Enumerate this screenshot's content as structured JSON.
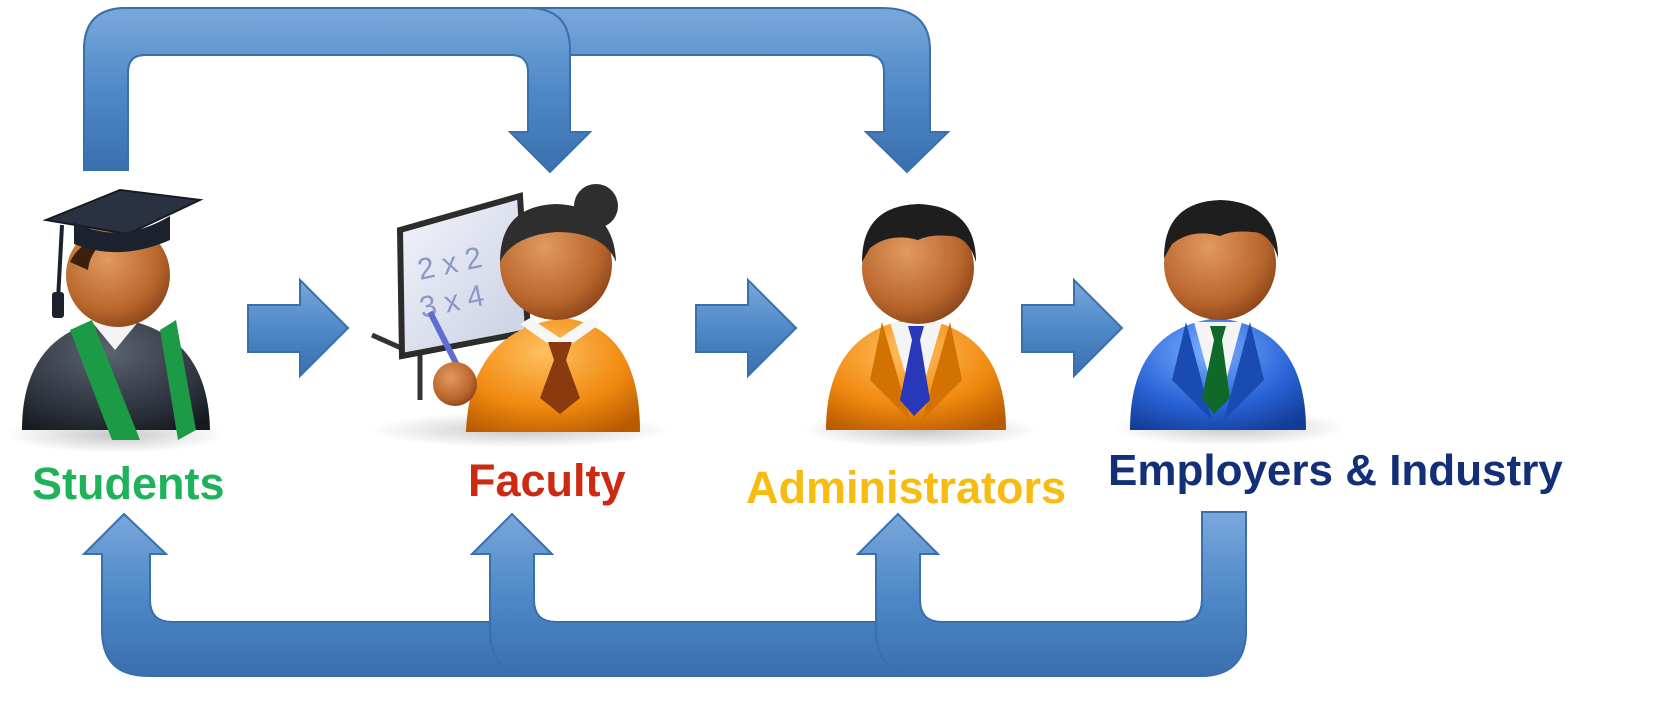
{
  "colors": {
    "arrow_blue": "#4f89c8",
    "arrow_edge": "#3a6fae",
    "students": "#1fb25a",
    "faculty": "#cc2a12",
    "administrators": "#f7bc12",
    "employers": "#132f78"
  },
  "nodes": [
    {
      "id": "students",
      "label": "Students",
      "icon": "graduate-person-icon"
    },
    {
      "id": "faculty",
      "label": "Faculty",
      "icon": "teacher-whiteboard-icon"
    },
    {
      "id": "administrators",
      "label": "Administrators",
      "icon": "businessman-orange-suit-icon"
    },
    {
      "id": "employers",
      "label": "Employers & Industry",
      "icon": "businessman-blue-suit-icon"
    }
  ],
  "whiteboard_text": [
    "2 x 2",
    "3 x 4"
  ],
  "edges": [
    {
      "from": "students",
      "to": "faculty",
      "style": "straight-arrow"
    },
    {
      "from": "faculty",
      "to": "administrators",
      "style": "straight-arrow"
    },
    {
      "from": "administrators",
      "to": "employers",
      "style": "straight-arrow"
    },
    {
      "from": "students",
      "to": "faculty",
      "style": "loop-over-top"
    },
    {
      "from": "students",
      "to": "administrators",
      "style": "loop-over-top"
    },
    {
      "from": "employers",
      "to": "students",
      "style": "loop-under-bottom"
    },
    {
      "from": "employers",
      "to": "faculty",
      "style": "loop-under-bottom"
    },
    {
      "from": "employers",
      "to": "administrators",
      "style": "loop-under-bottom"
    }
  ]
}
